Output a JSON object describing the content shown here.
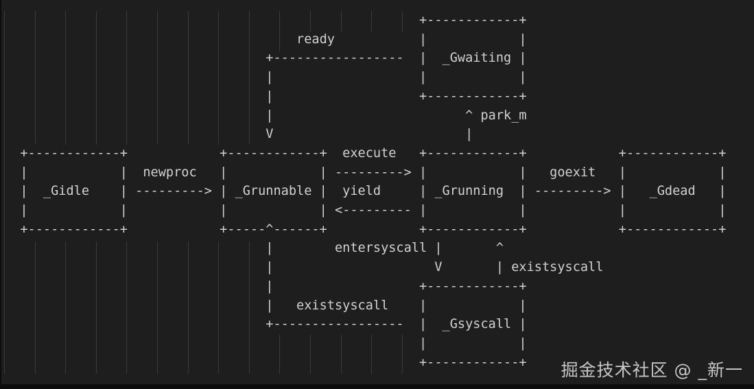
{
  "diagram": {
    "type": "ascii-state-diagram",
    "states": [
      "_Gidle",
      "_Grunnable",
      "_Grunning",
      "_Gwaiting",
      "_Gsyscall",
      "_Gdead"
    ],
    "transitions": [
      "newproc",
      "ready",
      "execute",
      "yield",
      "park_m",
      "goexit",
      "entersyscall",
      "existsyscall"
    ],
    "ascii_lines": [
      "                                                      +------------+",
      "                                      ready           |            |",
      "                                  +-----------------  |  _Gwaiting |",
      "                                  |                   |            |",
      "                                  |                   +------------+",
      "                                  |                         ^ park_m",
      "                                  V                         |",
      "  +------------+            +------------+  execute   +------------+            +------------+",
      "  |            |  newproc   |            | ---------> |            |   goexit   |            |",
      "  |  _Gidle    | ---------> | _Grunnable |  yield     | _Grunning  | ---------> |   _Gdead   |",
      "  |            |            |            | <--------- |            |            |            |",
      "  +------------+            +-----^------+            +------------+            +------------+",
      "                                  |        entersyscall |       ^",
      "                                  |                     V       | existsyscall",
      "                                  |                   +------------+",
      "                                  |   existsyscall    |            |",
      "                                  +-----------------  |  _Gsyscall |",
      "                                                      |            |",
      "                                                      +------------+"
    ]
  },
  "watermark": {
    "text": "掘金技术社区 @ _新一"
  },
  "colors": {
    "background": "#1e1e1e",
    "text": "#d2d2d2",
    "indent_guide": "#3a3a3a",
    "watermark": "#c6c6c6",
    "frame": "#0d0d0d"
  }
}
